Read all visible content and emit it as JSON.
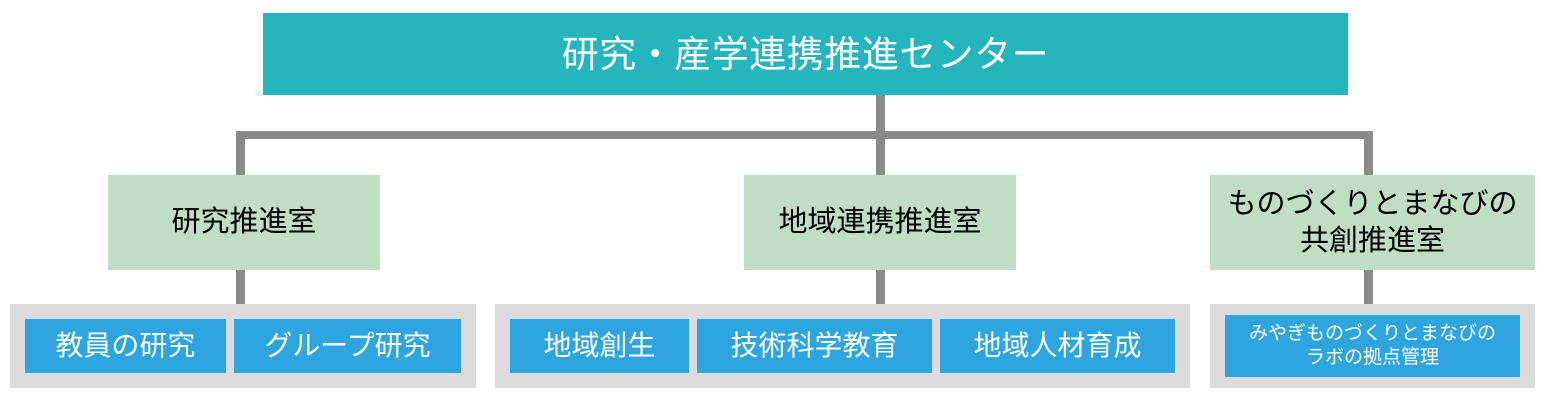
{
  "chart_data": {
    "type": "diagram",
    "diagram_type": "organization-chart",
    "title": "研究・産学連携推進センター 組織図",
    "orientation": "top-down",
    "levels": 3,
    "colors": {
      "root_fill": "#25b5bc",
      "root_text": "#ffffff",
      "department_fill": "#c0dec3",
      "department_text": "#000000",
      "group_fill": "#dcdcdc",
      "leaf_fill": "#2fa5df",
      "leaf_text": "#ffffff",
      "connector": "#8a8a8a",
      "background": "#ffffff"
    },
    "nodes": [
      {
        "id": "root",
        "label": "研究・産学連携推進センター",
        "level": 1,
        "parent": null
      },
      {
        "id": "dept-0",
        "label": "研究推進室",
        "level": 2,
        "parent": "root"
      },
      {
        "id": "dept-1",
        "label": "地域連携推進室",
        "level": 2,
        "parent": "root"
      },
      {
        "id": "dept-2",
        "label": "ものづくりとまなびの\n共創推進室",
        "level": 2,
        "parent": "root"
      },
      {
        "id": "leaf-0-0",
        "label": "教員の研究",
        "level": 3,
        "parent": "dept-0"
      },
      {
        "id": "leaf-0-1",
        "label": "グループ研究",
        "level": 3,
        "parent": "dept-0"
      },
      {
        "id": "leaf-1-0",
        "label": "地域創生",
        "level": 3,
        "parent": "dept-1"
      },
      {
        "id": "leaf-1-1",
        "label": "技術科学教育",
        "level": 3,
        "parent": "dept-1"
      },
      {
        "id": "leaf-1-2",
        "label": "地域人材育成",
        "level": 3,
        "parent": "dept-1"
      },
      {
        "id": "leaf-2-0",
        "label": "みやぎものづくりとまなびの\nラボの拠点管理",
        "level": 3,
        "parent": "dept-2"
      }
    ]
  },
  "root": {
    "label": "研究・産学連携推進センター"
  },
  "departments": [
    {
      "label": "研究推進室",
      "units": [
        {
          "label": "教員の研究"
        },
        {
          "label": "グループ研究"
        }
      ]
    },
    {
      "label": "地域連携推進室",
      "units": [
        {
          "label": "地域創生"
        },
        {
          "label": "技術科学教育"
        },
        {
          "label": "地域人材育成"
        }
      ]
    },
    {
      "label": "ものづくりとまなびの\n共創推進室",
      "units": [
        {
          "label": "みやぎものづくりとまなびの\nラボの拠点管理"
        }
      ]
    }
  ]
}
